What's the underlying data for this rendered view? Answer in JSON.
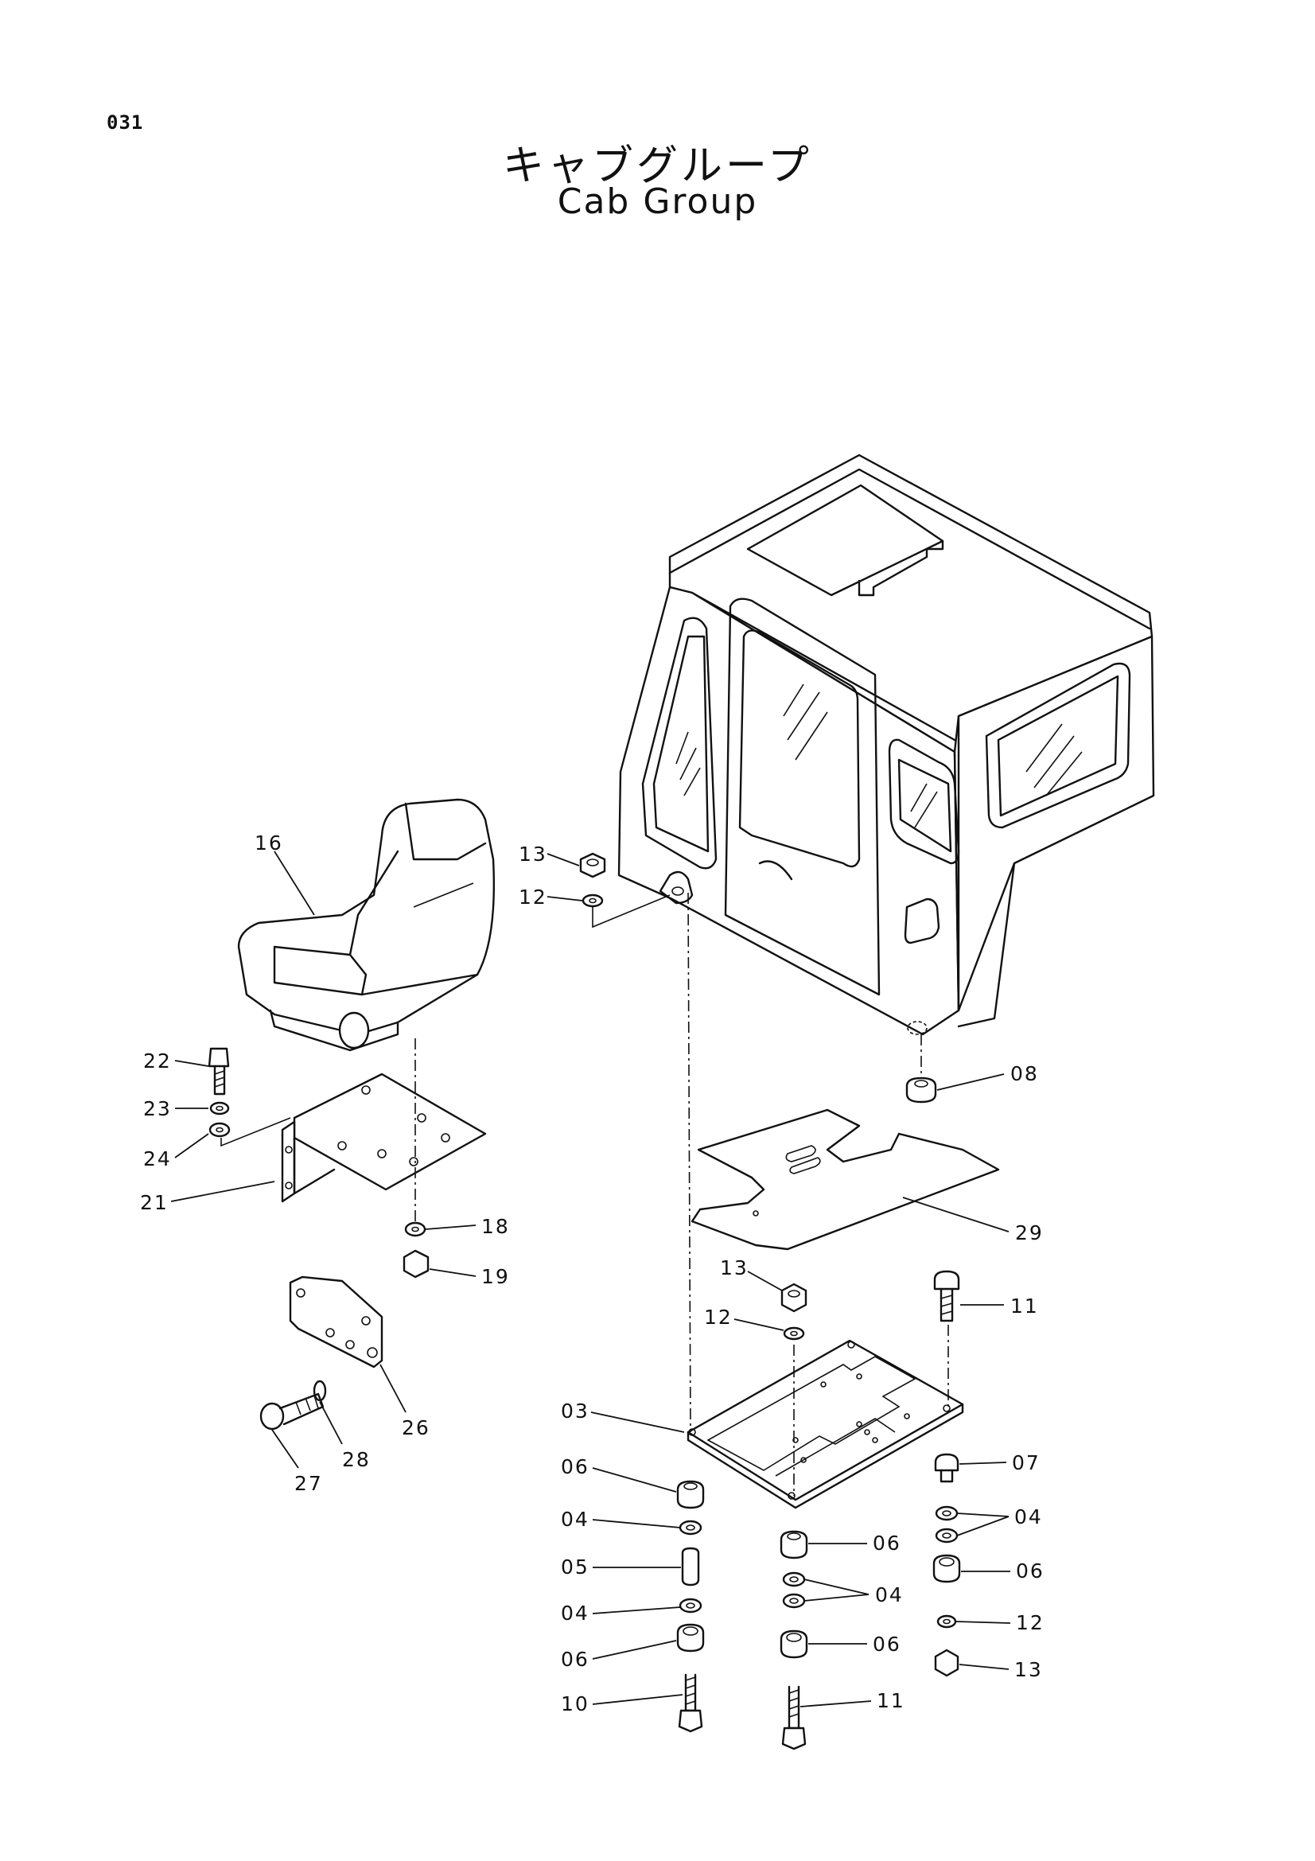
{
  "page_number": "031",
  "title_jp": "キャブグループ",
  "title_en": "Cab Group",
  "callouts": [
    {
      "id": "c16",
      "text": "16"
    },
    {
      "id": "c13a",
      "text": "13"
    },
    {
      "id": "c12a",
      "text": "12"
    },
    {
      "id": "c22",
      "text": "22"
    },
    {
      "id": "c23",
      "text": "23"
    },
    {
      "id": "c24",
      "text": "24"
    },
    {
      "id": "c21",
      "text": "21"
    },
    {
      "id": "c18",
      "text": "18"
    },
    {
      "id": "c19",
      "text": "19"
    },
    {
      "id": "c08",
      "text": "08"
    },
    {
      "id": "c29",
      "text": "29"
    },
    {
      "id": "c13b",
      "text": "13"
    },
    {
      "id": "c12b",
      "text": "12"
    },
    {
      "id": "c11a",
      "text": "11"
    },
    {
      "id": "c26",
      "text": "26"
    },
    {
      "id": "c28",
      "text": "28"
    },
    {
      "id": "c27",
      "text": "27"
    },
    {
      "id": "c03",
      "text": "03"
    },
    {
      "id": "c06a",
      "text": "06"
    },
    {
      "id": "c07",
      "text": "07"
    },
    {
      "id": "c04a",
      "text": "04"
    },
    {
      "id": "c04b",
      "text": "04"
    },
    {
      "id": "c06b",
      "text": "06"
    },
    {
      "id": "c05",
      "text": "05"
    },
    {
      "id": "c06c",
      "text": "06"
    },
    {
      "id": "c04c",
      "text": "04"
    },
    {
      "id": "c04d",
      "text": "04"
    },
    {
      "id": "c12c",
      "text": "12"
    },
    {
      "id": "c06d",
      "text": "06"
    },
    {
      "id": "c06e",
      "text": "06"
    },
    {
      "id": "c13c",
      "text": "13"
    },
    {
      "id": "c10",
      "text": "10"
    },
    {
      "id": "c11b",
      "text": "11"
    }
  ]
}
